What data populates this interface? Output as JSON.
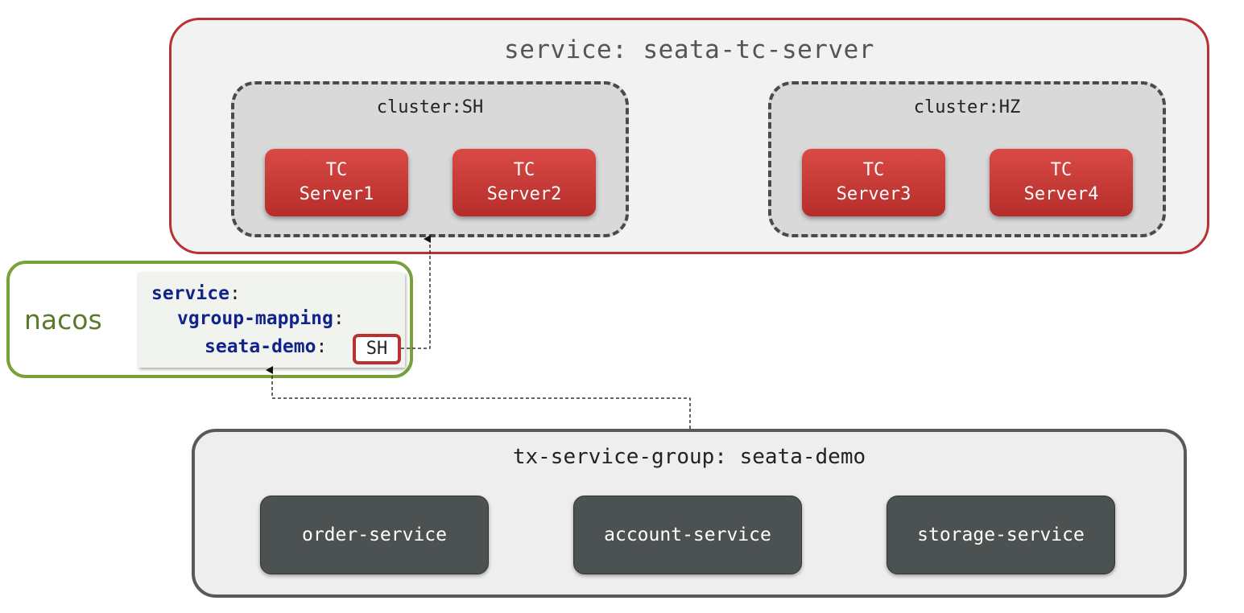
{
  "tc_server": {
    "title": "service: seata-tc-server",
    "clusters": [
      {
        "label": "cluster:SH",
        "servers": [
          {
            "line1": "TC",
            "line2": "Server1"
          },
          {
            "line1": "TC",
            "line2": "Server2"
          }
        ]
      },
      {
        "label": "cluster:HZ",
        "servers": [
          {
            "line1": "TC",
            "line2": "Server3"
          },
          {
            "line1": "TC",
            "line2": "Server4"
          }
        ]
      }
    ]
  },
  "nacos": {
    "label": "nacos",
    "yaml": {
      "key1": "service",
      "key2": "vgroup-mapping",
      "key3": "seata-demo",
      "colon": ":",
      "value": "SH"
    }
  },
  "tx_group": {
    "title": "tx-service-group: seata-demo",
    "services": [
      "order-service",
      "account-service",
      "storage-service"
    ]
  },
  "colors": {
    "tc_border": "#b83232",
    "tc_server_fill": "#c93a36",
    "nacos_border": "#78a13c",
    "yaml_key": "#12238a",
    "service_fill": "#4c5152"
  }
}
